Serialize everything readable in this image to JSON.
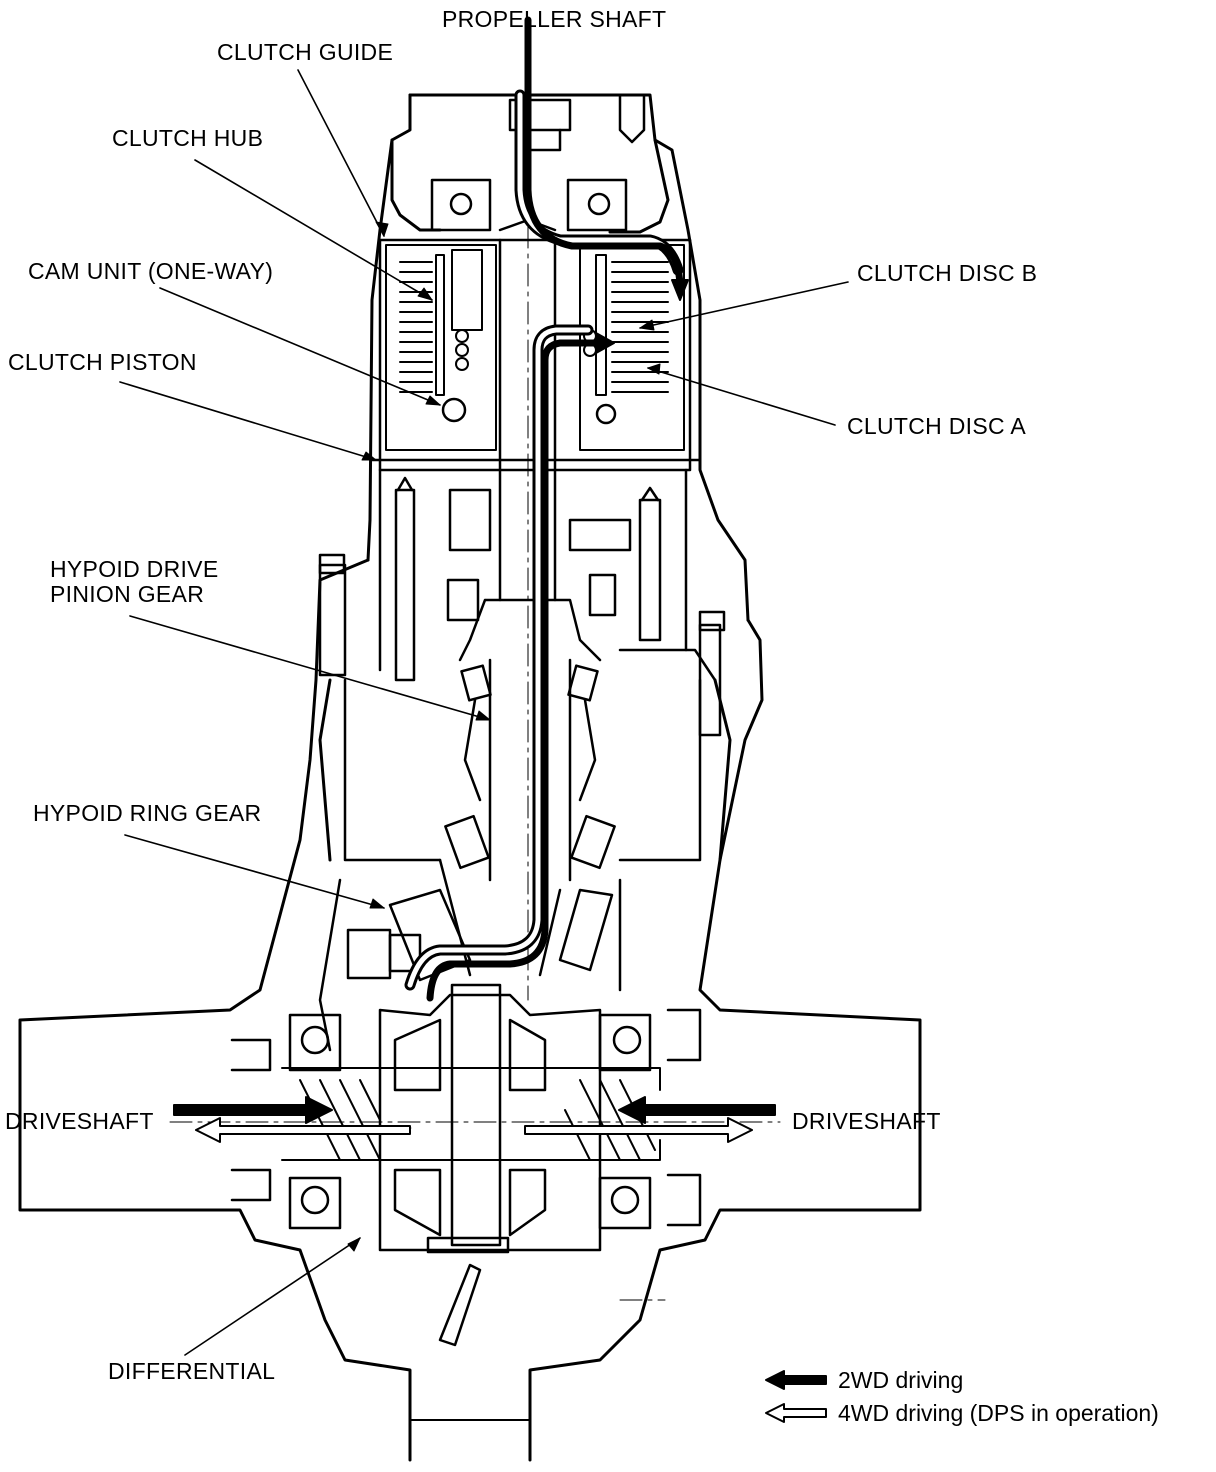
{
  "labels": {
    "propeller_shaft": "PROPELLER SHAFT",
    "clutch_guide": "CLUTCH GUIDE",
    "clutch_hub": "CLUTCH HUB",
    "cam_unit": "CAM UNIT (ONE-WAY)",
    "clutch_piston": "CLUTCH PISTON",
    "clutch_disc_b": "CLUTCH DISC B",
    "clutch_disc_a": "CLUTCH DISC A",
    "hypoid_pinion_line1": "HYPOID DRIVE",
    "hypoid_pinion_line2": "PINION GEAR",
    "hypoid_ring_gear": "HYPOID RING GEAR",
    "driveshaft_left": "DRIVESHAFT",
    "driveshaft_right": "DRIVESHAFT",
    "differential": "DIFFERENTIAL"
  },
  "legend": {
    "two_wd": "2WD driving",
    "four_wd": "4WD driving (DPS in operation)"
  },
  "colors": {
    "line": "#000000",
    "background": "#ffffff"
  }
}
